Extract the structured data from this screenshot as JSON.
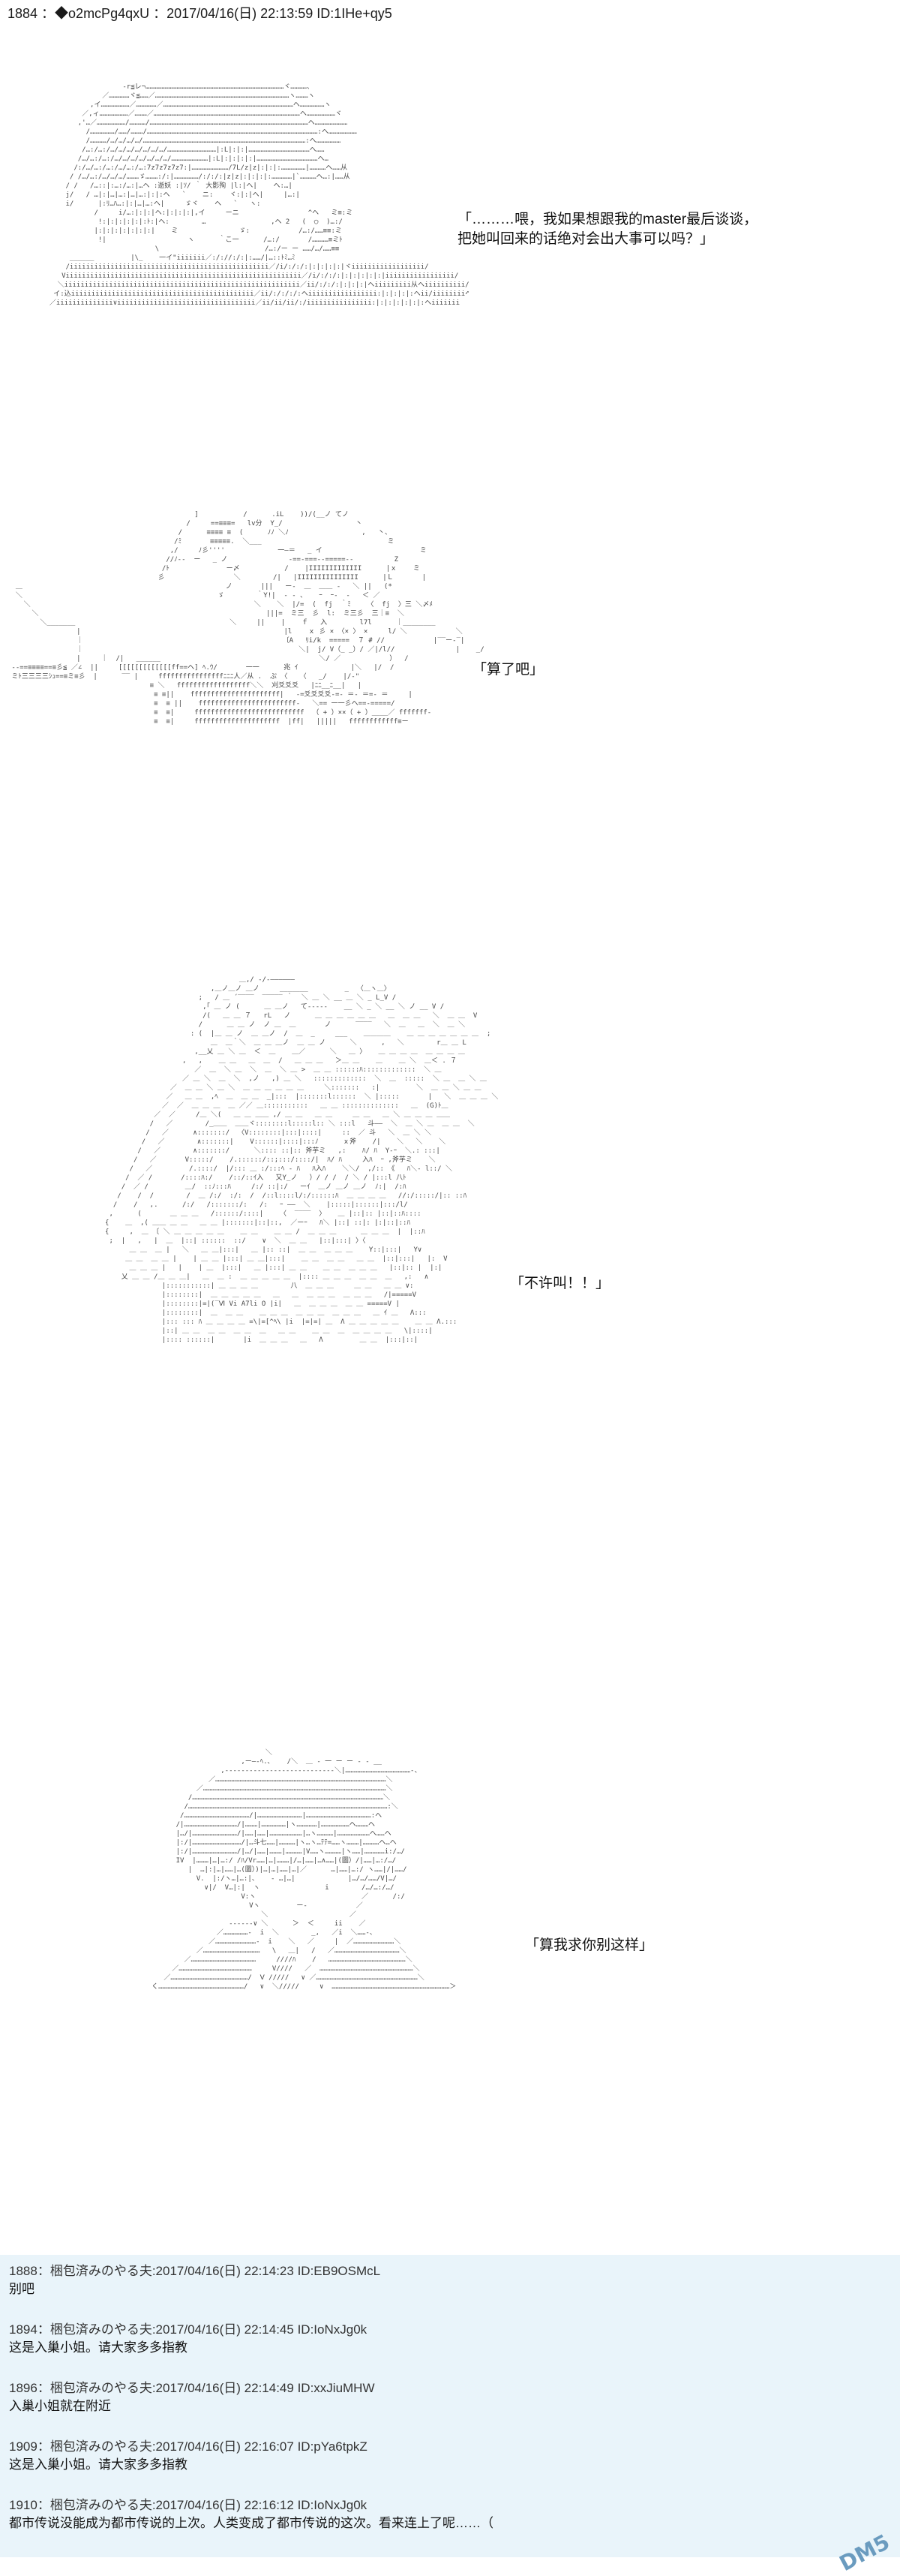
{
  "post": {
    "header": "1884 ：◆o2mcPg4qxU ：2017/04/16(日) 22:13:59 ID:1IHe+qy5"
  },
  "panels": [
    {
      "lines": [
        "「………喂，我如果想跟我的master最后谈谈，",
        "把她叫回来的话绝对会出大事可以吗？」"
      ]
    },
    {
      "lines": [
        "「算了吧」"
      ]
    },
    {
      "lines": [
        "「不许叫！！」"
      ]
    },
    {
      "lines": [
        "「算我求你别这样」"
      ]
    }
  ],
  "replies": [
    {
      "meta": "1888：梱包済みのやる夫:2017/04/16(日) 22:14:23 ID:EB9OSMcL",
      "body": "别吧"
    },
    {
      "meta": "1894：梱包済みのやる夫:2017/04/16(日) 22:14:45 ID:IoNxJg0k",
      "body": "这是入巢小姐。请大家多多指教"
    },
    {
      "meta": "1896：梱包済みのやる夫:2017/04/16(日) 22:14:49 ID:xxJiuMHW",
      "body": "入巢小姐就在附近"
    },
    {
      "meta": "1909：梱包済みのやる夫:2017/04/16(日) 22:16:07 ID:pYa6tpkZ",
      "body": "这是入巢小姐。请大家多多指教"
    },
    {
      "meta": "1910：梱包済みのやる夫:2017/04/16(日) 22:16:12 ID:IoNxJg0k",
      "body": "都市传说没能成为都市传说的上次。人类变成了都市传说的这次。看来连上了呢……（"
    }
  ]
}
